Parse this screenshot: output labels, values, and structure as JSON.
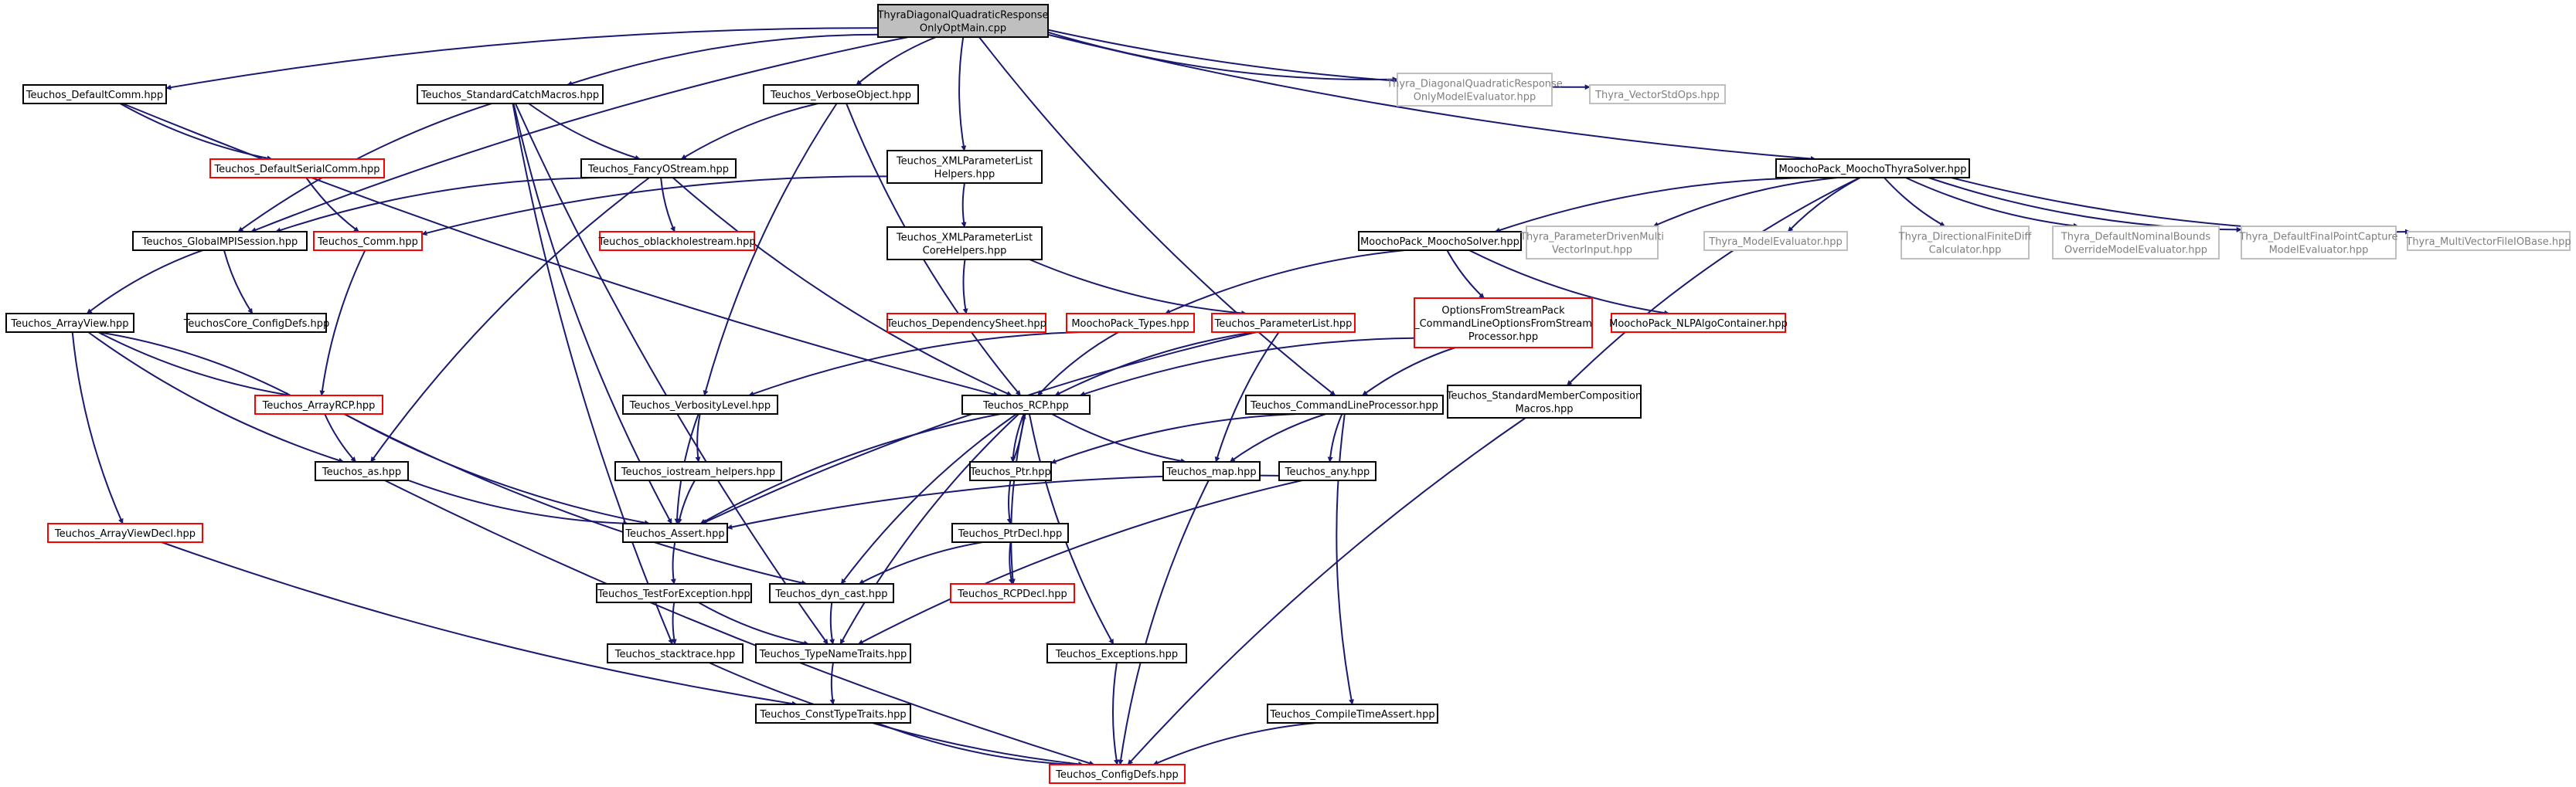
{
  "graph": {
    "title": "ThyraDiagonalQuadraticResponseOnlyOptMain.cpp include dependency graph",
    "colors": {
      "edge": "#191970",
      "normal_border": "#000000",
      "missing_border": "#ff0000",
      "external_border": "#bfbfbf",
      "root_fill": "#bfbfbf",
      "fill": "#ffffff",
      "text": "#000000",
      "external_text": "#7f7f7f"
    },
    "nodes": [
      {
        "id": "root",
        "label": [
          "ThyraDiagonalQuadraticResponse",
          "OnlyOptMain.cpp"
        ],
        "style": "root"
      },
      {
        "id": "defcomm",
        "label": [
          "Teuchos_DefaultComm.hpp"
        ],
        "style": "normal"
      },
      {
        "id": "stdcatch",
        "label": [
          "Teuchos_StandardCatchMacros.hpp"
        ],
        "style": "normal"
      },
      {
        "id": "verbobj",
        "label": [
          "Teuchos_VerboseObject.hpp"
        ],
        "style": "normal"
      },
      {
        "id": "thydqr",
        "label": [
          "Thyra_DiagonalQuadraticResponse",
          "OnlyModelEvaluator.hpp"
        ],
        "style": "external"
      },
      {
        "id": "thyvso",
        "label": [
          "Thyra_VectorStdOps.hpp"
        ],
        "style": "external"
      },
      {
        "id": "defserial",
        "label": [
          "Teuchos_DefaultSerialComm.hpp"
        ],
        "style": "missing"
      },
      {
        "id": "fancy",
        "label": [
          "Teuchos_FancyOStream.hpp"
        ],
        "style": "normal"
      },
      {
        "id": "xmlhelp",
        "label": [
          "Teuchos_XMLParameterList",
          "Helpers.hpp"
        ],
        "style": "normal"
      },
      {
        "id": "moothy",
        "label": [
          "MoochoPack_MoochoThyraSolver.hpp"
        ],
        "style": "normal"
      },
      {
        "id": "globalmpi",
        "label": [
          "Teuchos_GlobalMPISession.hpp"
        ],
        "style": "normal"
      },
      {
        "id": "comm",
        "label": [
          "Teuchos_Comm.hpp"
        ],
        "style": "missing"
      },
      {
        "id": "oblack",
        "label": [
          "Teuchos_oblackholestream.hpp"
        ],
        "style": "missing"
      },
      {
        "id": "xmlcore",
        "label": [
          "Teuchos_XMLParameterList",
          "CoreHelpers.hpp"
        ],
        "style": "normal"
      },
      {
        "id": "mooslv",
        "label": [
          "MoochoPack_MoochoSolver.hpp"
        ],
        "style": "normal"
      },
      {
        "id": "thypdmv",
        "label": [
          "Thyra_ParameterDrivenMulti",
          "VectorInput.hpp"
        ],
        "style": "external"
      },
      {
        "id": "thyme",
        "label": [
          "Thyra_ModelEvaluator.hpp"
        ],
        "style": "external"
      },
      {
        "id": "thydfd",
        "label": [
          "Thyra_DirectionalFiniteDiff",
          "Calculator.hpp"
        ],
        "style": "external"
      },
      {
        "id": "thydnb",
        "label": [
          "Thyra_DefaultNominalBounds",
          "OverrideModelEvaluator.hpp"
        ],
        "style": "external"
      },
      {
        "id": "thydfp",
        "label": [
          "Thyra_DefaultFinalPointCapture",
          "ModelEvaluator.hpp"
        ],
        "style": "external"
      },
      {
        "id": "thymvf",
        "label": [
          "Thyra_MultiVectorFileIOBase.hpp"
        ],
        "style": "external"
      },
      {
        "id": "arrview",
        "label": [
          "Teuchos_ArrayView.hpp"
        ],
        "style": "normal"
      },
      {
        "id": "coreconf",
        "label": [
          "TeuchosCore_ConfigDefs.hpp"
        ],
        "style": "normal"
      },
      {
        "id": "deps",
        "label": [
          "Teuchos_DependencySheet.hpp"
        ],
        "style": "missing"
      },
      {
        "id": "mootypes",
        "label": [
          "MoochoPack_Types.hpp"
        ],
        "style": "missing"
      },
      {
        "id": "paramlist",
        "label": [
          "Teuchos_ParameterList.hpp"
        ],
        "style": "missing"
      },
      {
        "id": "ofsp",
        "label": [
          "OptionsFromStreamPack",
          "_CommandLineOptionsFromStream",
          "Processor.hpp"
        ],
        "style": "missing"
      },
      {
        "id": "nlpalgo",
        "label": [
          "MoochoPack_NLPAlgoContainer.hpp"
        ],
        "style": "missing"
      },
      {
        "id": "arrrcp",
        "label": [
          "Teuchos_ArrayRCP.hpp"
        ],
        "style": "missing"
      },
      {
        "id": "verblev",
        "label": [
          "Teuchos_VerbosityLevel.hpp"
        ],
        "style": "normal"
      },
      {
        "id": "rcp",
        "label": [
          "Teuchos_RCP.hpp"
        ],
        "style": "normal"
      },
      {
        "id": "cmdline",
        "label": [
          "Teuchos_CommandLineProcessor.hpp"
        ],
        "style": "normal"
      },
      {
        "id": "stdmember",
        "label": [
          "Teuchos_StandardMemberComposition",
          "Macros.hpp"
        ],
        "style": "normal"
      },
      {
        "id": "as",
        "label": [
          "Teuchos_as.hpp"
        ],
        "style": "normal"
      },
      {
        "id": "iostream",
        "label": [
          "Teuchos_iostream_helpers.hpp"
        ],
        "style": "normal"
      },
      {
        "id": "ptr",
        "label": [
          "Teuchos_Ptr.hpp"
        ],
        "style": "normal"
      },
      {
        "id": "map",
        "label": [
          "Teuchos_map.hpp"
        ],
        "style": "normal"
      },
      {
        "id": "any",
        "label": [
          "Teuchos_any.hpp"
        ],
        "style": "normal"
      },
      {
        "id": "arrvdecl",
        "label": [
          "Teuchos_ArrayViewDecl.hpp"
        ],
        "style": "missing"
      },
      {
        "id": "assert",
        "label": [
          "Teuchos_Assert.hpp"
        ],
        "style": "normal"
      },
      {
        "id": "ptrdecl",
        "label": [
          "Teuchos_PtrDecl.hpp"
        ],
        "style": "normal"
      },
      {
        "id": "testfor",
        "label": [
          "Teuchos_TestForException.hpp"
        ],
        "style": "normal"
      },
      {
        "id": "dyncast",
        "label": [
          "Teuchos_dyn_cast.hpp"
        ],
        "style": "normal"
      },
      {
        "id": "rcpdecl",
        "label": [
          "Teuchos_RCPDecl.hpp"
        ],
        "style": "missing"
      },
      {
        "id": "stack",
        "label": [
          "Teuchos_stacktrace.hpp"
        ],
        "style": "normal"
      },
      {
        "id": "typename",
        "label": [
          "Teuchos_TypeNameTraits.hpp"
        ],
        "style": "normal"
      },
      {
        "id": "except",
        "label": [
          "Teuchos_Exceptions.hpp"
        ],
        "style": "normal"
      },
      {
        "id": "ctassert",
        "label": [
          "Teuchos_CompileTimeAssert.hpp"
        ],
        "style": "normal"
      },
      {
        "id": "consttype",
        "label": [
          "Teuchos_ConstTypeTraits.hpp"
        ],
        "style": "normal"
      },
      {
        "id": "confdefs",
        "label": [
          "Teuchos_ConfigDefs.hpp"
        ],
        "style": "missing"
      }
    ],
    "edges": [
      [
        "root",
        "defcomm"
      ],
      [
        "root",
        "stdcatch"
      ],
      [
        "root",
        "verbobj"
      ],
      [
        "root",
        "thydqr"
      ],
      [
        "root",
        "thyvso"
      ],
      [
        "root",
        "xmlhelp"
      ],
      [
        "root",
        "moothy"
      ],
      [
        "root",
        "globalmpi"
      ],
      [
        "root",
        "cmdline"
      ],
      [
        "defcomm",
        "defserial"
      ],
      [
        "defcomm",
        "rcp"
      ],
      [
        "defserial",
        "comm"
      ],
      [
        "stdcatch",
        "fancy"
      ],
      [
        "stdcatch",
        "globalmpi"
      ],
      [
        "stdcatch",
        "assert"
      ],
      [
        "stdcatch",
        "stack"
      ],
      [
        "stdcatch",
        "typename"
      ],
      [
        "verbobj",
        "fancy"
      ],
      [
        "verbobj",
        "verblev"
      ],
      [
        "verbobj",
        "rcp"
      ],
      [
        "fancy",
        "globalmpi"
      ],
      [
        "fancy",
        "oblack"
      ],
      [
        "fancy",
        "as"
      ],
      [
        "fancy",
        "rcp"
      ],
      [
        "xmlhelp",
        "xmlcore"
      ],
      [
        "xmlhelp",
        "comm"
      ],
      [
        "xmlcore",
        "deps"
      ],
      [
        "xmlcore",
        "paramlist"
      ],
      [
        "globalmpi",
        "arrview"
      ],
      [
        "globalmpi",
        "coreconf"
      ],
      [
        "comm",
        "arrrcp"
      ],
      [
        "arrview",
        "arrrcp"
      ],
      [
        "arrview",
        "as"
      ],
      [
        "arrview",
        "arrvdecl"
      ],
      [
        "arrrcp",
        "arrview"
      ],
      [
        "arrrcp",
        "as"
      ],
      [
        "arrrcp",
        "assert"
      ],
      [
        "arrrcp",
        "dyncast"
      ],
      [
        "moothy",
        "mooslv"
      ],
      [
        "moothy",
        "thypdmv"
      ],
      [
        "moothy",
        "thyme"
      ],
      [
        "moothy",
        "thydfd"
      ],
      [
        "moothy",
        "thydnb"
      ],
      [
        "moothy",
        "thydfp"
      ],
      [
        "moothy",
        "thymvf"
      ],
      [
        "moothy",
        "stdmember"
      ],
      [
        "mooslv",
        "mootypes"
      ],
      [
        "mooslv",
        "ofsp"
      ],
      [
        "mooslv",
        "nlpalgo"
      ],
      [
        "mootypes",
        "rcp"
      ],
      [
        "mootypes",
        "verblev"
      ],
      [
        "ofsp",
        "cmdline"
      ],
      [
        "ofsp",
        "rcp"
      ],
      [
        "paramlist",
        "rcp"
      ],
      [
        "paramlist",
        "map"
      ],
      [
        "paramlist",
        "assert"
      ],
      [
        "verblev",
        "assert"
      ],
      [
        "verblev",
        "iostream"
      ],
      [
        "rcp",
        "ptr"
      ],
      [
        "rcp",
        "map"
      ],
      [
        "rcp",
        "assert"
      ],
      [
        "rcp",
        "dyncast"
      ],
      [
        "rcp",
        "rcpdecl"
      ],
      [
        "rcp",
        "typename"
      ],
      [
        "rcp",
        "except"
      ],
      [
        "ptr",
        "rcp"
      ],
      [
        "ptr",
        "ptrdecl"
      ],
      [
        "ptrdecl",
        "rcpdecl"
      ],
      [
        "ptrdecl",
        "dyncast"
      ],
      [
        "cmdline",
        "ptr"
      ],
      [
        "cmdline",
        "map"
      ],
      [
        "cmdline",
        "any"
      ],
      [
        "cmdline",
        "ctassert"
      ],
      [
        "any",
        "assert"
      ],
      [
        "any",
        "typename"
      ],
      [
        "map",
        "confdefs"
      ],
      [
        "as",
        "assert"
      ],
      [
        "as",
        "confdefs"
      ],
      [
        "iostream",
        "assert"
      ],
      [
        "assert",
        "testfor"
      ],
      [
        "testfor",
        "stack"
      ],
      [
        "testfor",
        "typename"
      ],
      [
        "dyncast",
        "typename"
      ],
      [
        "typename",
        "consttype"
      ],
      [
        "stack",
        "confdefs"
      ],
      [
        "except",
        "confdefs"
      ],
      [
        "ctassert",
        "confdefs"
      ],
      [
        "consttype",
        "confdefs"
      ],
      [
        "arrvdecl",
        "consttype"
      ],
      [
        "stdmember",
        "confdefs"
      ]
    ]
  }
}
